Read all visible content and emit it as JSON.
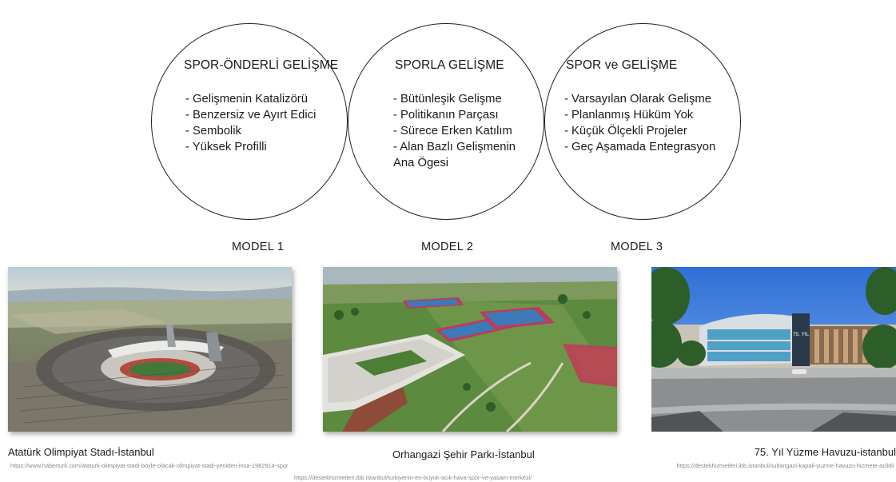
{
  "models": [
    {
      "title": "SPOR-ÖNDERLİ GELİŞME",
      "items": [
        "- Gelişmenin Katalizörü",
        "- Benzersiz ve Ayırt Edici",
        "- Sembolik",
        "- Yüksek Profilli"
      ],
      "label": "MODEL 1"
    },
    {
      "title": "SPORLA GELİŞME",
      "items": [
        "- Bütünleşik Gelişme",
        "- Politikanın Parçası",
        "- Sürece Erken Katılım",
        "- Alan Bazlı Gelişmenin Ana Ögesi"
      ],
      "label": "MODEL 2"
    },
    {
      "title": "SPOR ve GELİŞME",
      "items": [
        "- Varsayılan Olarak Gelişme",
        "- Planlanmış Hüküm Yok",
        "- Küçük Ölçekli Projeler",
        "- Geç Aşamada Entegrasyon"
      ],
      "label": "MODEL 3"
    }
  ],
  "photos": [
    {
      "caption": "Atatürk Olimpiyat Stadı-İstanbul",
      "url": "https://www.haberturk.com/ataturk-olimpiyat-stadi-boyle-olacak-olimpiyat-stadi-yeniden-insa-1982914-spor",
      "image_desc": "aerial view of stadium"
    },
    {
      "caption": "Orhangazi Şehir Parkı-İstanbul",
      "url": "https://destekhizmetleri.ibb.istanbul/turkiyenin-en-buyuk-acik-hava-spor-ve-yasam-merkezi/",
      "image_desc": "aerial view of park with tennis courts"
    },
    {
      "caption": "75. Yıl Yüzme Havuzu-istanbul",
      "url": "https://destekhizmetleri.ibb.istanbul/sultangazi-kapali-yuzme-havuzu-hizmete-acildi/",
      "image_desc": "street view of swimming pool building",
      "sign_text": "75. YIL"
    }
  ]
}
